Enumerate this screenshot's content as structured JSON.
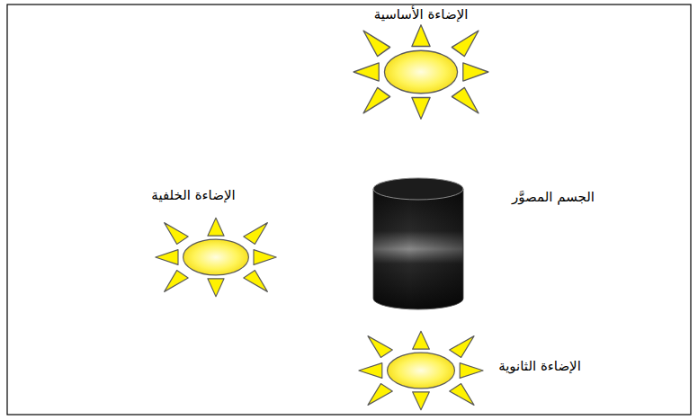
{
  "diagram": {
    "labels": [
      "الإضاءة الأساسية",
      "الإضاءة الخلفية",
      "الجسم المصوَّر",
      "الإضاءة الثانوية"
    ]
  }
}
